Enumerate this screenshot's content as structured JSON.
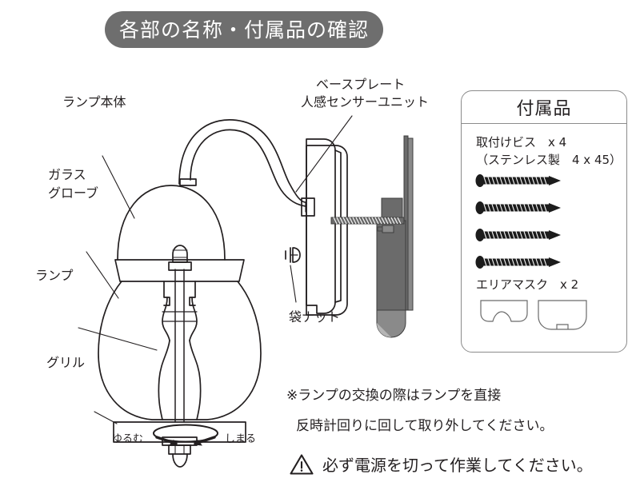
{
  "title": {
    "text": "各部の名称・付属品の確認",
    "banner_color": "#6e6e6e",
    "text_color": "#ffffff"
  },
  "diagram_labels": {
    "lamp_body": "ランプ本体",
    "glass_globe_line1": "ガラス",
    "glass_globe_line2": "グローブ",
    "lamp": "ランプ",
    "grill": "グリル",
    "base_plate_line1": "ベースプレート",
    "base_plate_line2": "人感センサーユニット",
    "cap_nut": "袋ナット"
  },
  "rotation_legend": {
    "loosen": "ゆるむ",
    "tighten": "しまる"
  },
  "accessories": {
    "header": "付属品",
    "screw_name": "取付けビス　x 4",
    "screw_spec": "（ステンレス製　4 x 45）",
    "screw_count": 4,
    "mask_name": "エリアマスク　x 2",
    "mask_count": 2
  },
  "notes": {
    "lamp_note_line1": "※ランプの交換の際はランプを直接",
    "lamp_note_line2": "反時計回りに回して取り外してください。",
    "warning_text": "必ず電源を切って作業してください。",
    "warning_icon": "warning-triangle-icon"
  },
  "icons": {
    "warning": "warning-triangle-icon",
    "rotation": "rotation-arrow-icon"
  },
  "colors": {
    "ink": "#231f20",
    "banner": "#6e6e6e",
    "panel_border": "#8b8b8b",
    "sensor_gray": "#6b6b6b",
    "sensor_gray_light": "#8a8a8a"
  }
}
